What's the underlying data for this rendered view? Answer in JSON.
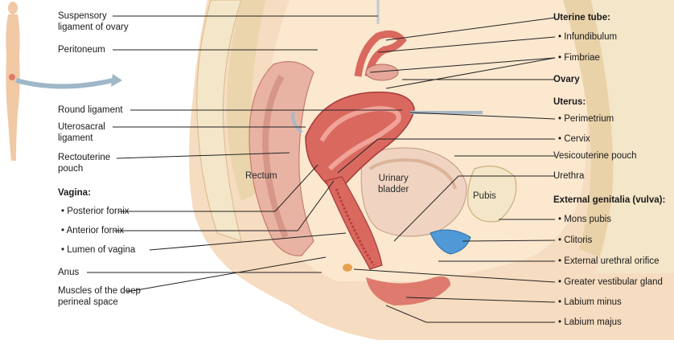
{
  "labels_left": {
    "suspensory": "Suspensory\nligament of ovary",
    "peritoneum": "Peritoneum",
    "round_ligament": "Round ligament",
    "uterosacral": "Uterosacral\nligament",
    "rectouterine": "Rectouterine\npouch",
    "vagina_heading": "Vagina:",
    "posterior_fornix": "• Posterior fornix",
    "anterior_fornix": "• Anterior fornix",
    "lumen_vagina": "• Lumen of vagina",
    "anus": "Anus",
    "muscles_deep": "Muscles of the deep\nperineal space"
  },
  "labels_right": {
    "uterine_tube": "Uterine tube:",
    "infundibulum": "• Infundibulum",
    "fimbriae": "• Fimbriae",
    "ovary": "Ovary",
    "uterus": "Uterus:",
    "perimetrium": "• Perimetrium",
    "cervix": "• Cervix",
    "vesicouterine": "Vesicouterine pouch",
    "urethra": "Urethra",
    "external_genitalia": "External genitalia (vulva):",
    "mons_pubis": "• Mons pubis",
    "clitoris": "• Clitoris",
    "ext_urethral_orifice": "• External urethral orifice",
    "greater_vestibular": "• Greater vestibular gland",
    "labium_minus": "• Labium minus",
    "labium_majus": "• Labium majus"
  },
  "inner_labels": {
    "rectum": "Rectum",
    "urinary_bladder": "Urinary\nbladder",
    "pubis": "Pubis"
  },
  "colors": {
    "skin": "#f6dcc0",
    "tissue_pale": "#fbe8cf",
    "uterus": "#d9695f",
    "uterus_dark": "#b8413d",
    "rectum": "#e9b3a3",
    "bladder": "#f0d4c1",
    "bone": "#f4e6c8",
    "clitoris_blue": "#4f9ad6",
    "leader": "#222222"
  }
}
